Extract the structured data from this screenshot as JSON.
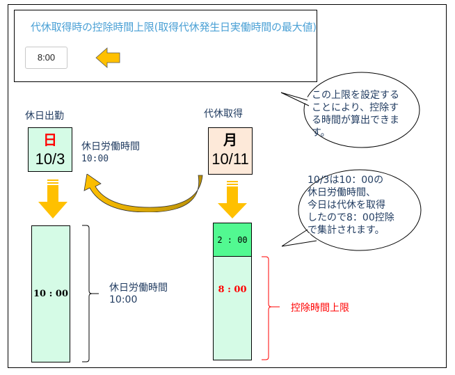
{
  "setting": {
    "title": "代休取得時の控除時間上限(取得代休発生日実働時間の最大値)",
    "value": "8:00"
  },
  "holiday_work": {
    "heading": "休日出勤",
    "day_of_week": "日",
    "date": "10/3",
    "hours_label": "休日労働時間",
    "hours_value": "10:00",
    "bar_value": "10 : 00",
    "bracket_label": "休日労働時間",
    "bracket_value": "10:00"
  },
  "compensatory_leave": {
    "heading": "代休取得",
    "day_of_week": "月",
    "date": "10/11",
    "remaining_value": "2 : 00",
    "deducted_value": "8 : 00",
    "bracket_label": "控除時間上限"
  },
  "callouts": {
    "top_lines": [
      "この上限を設定する",
      "ことにより、控除す",
      "る時間が算出できま",
      "す。"
    ],
    "bottom_lines": [
      "10/3は10：00の",
      "休日労働時間、",
      "今日は代休を取得",
      "したので8：00控除",
      "で集計されます。"
    ]
  },
  "colors": {
    "title_blue": "#4aa0d5",
    "arrow_yellow": "#ffc000",
    "sunday_red": "#ff0000",
    "bar_light_green": "#d5fbe6",
    "bar_green": "#52f991",
    "monday_peach": "#fde9d9",
    "deduction_red": "#ff0000"
  }
}
